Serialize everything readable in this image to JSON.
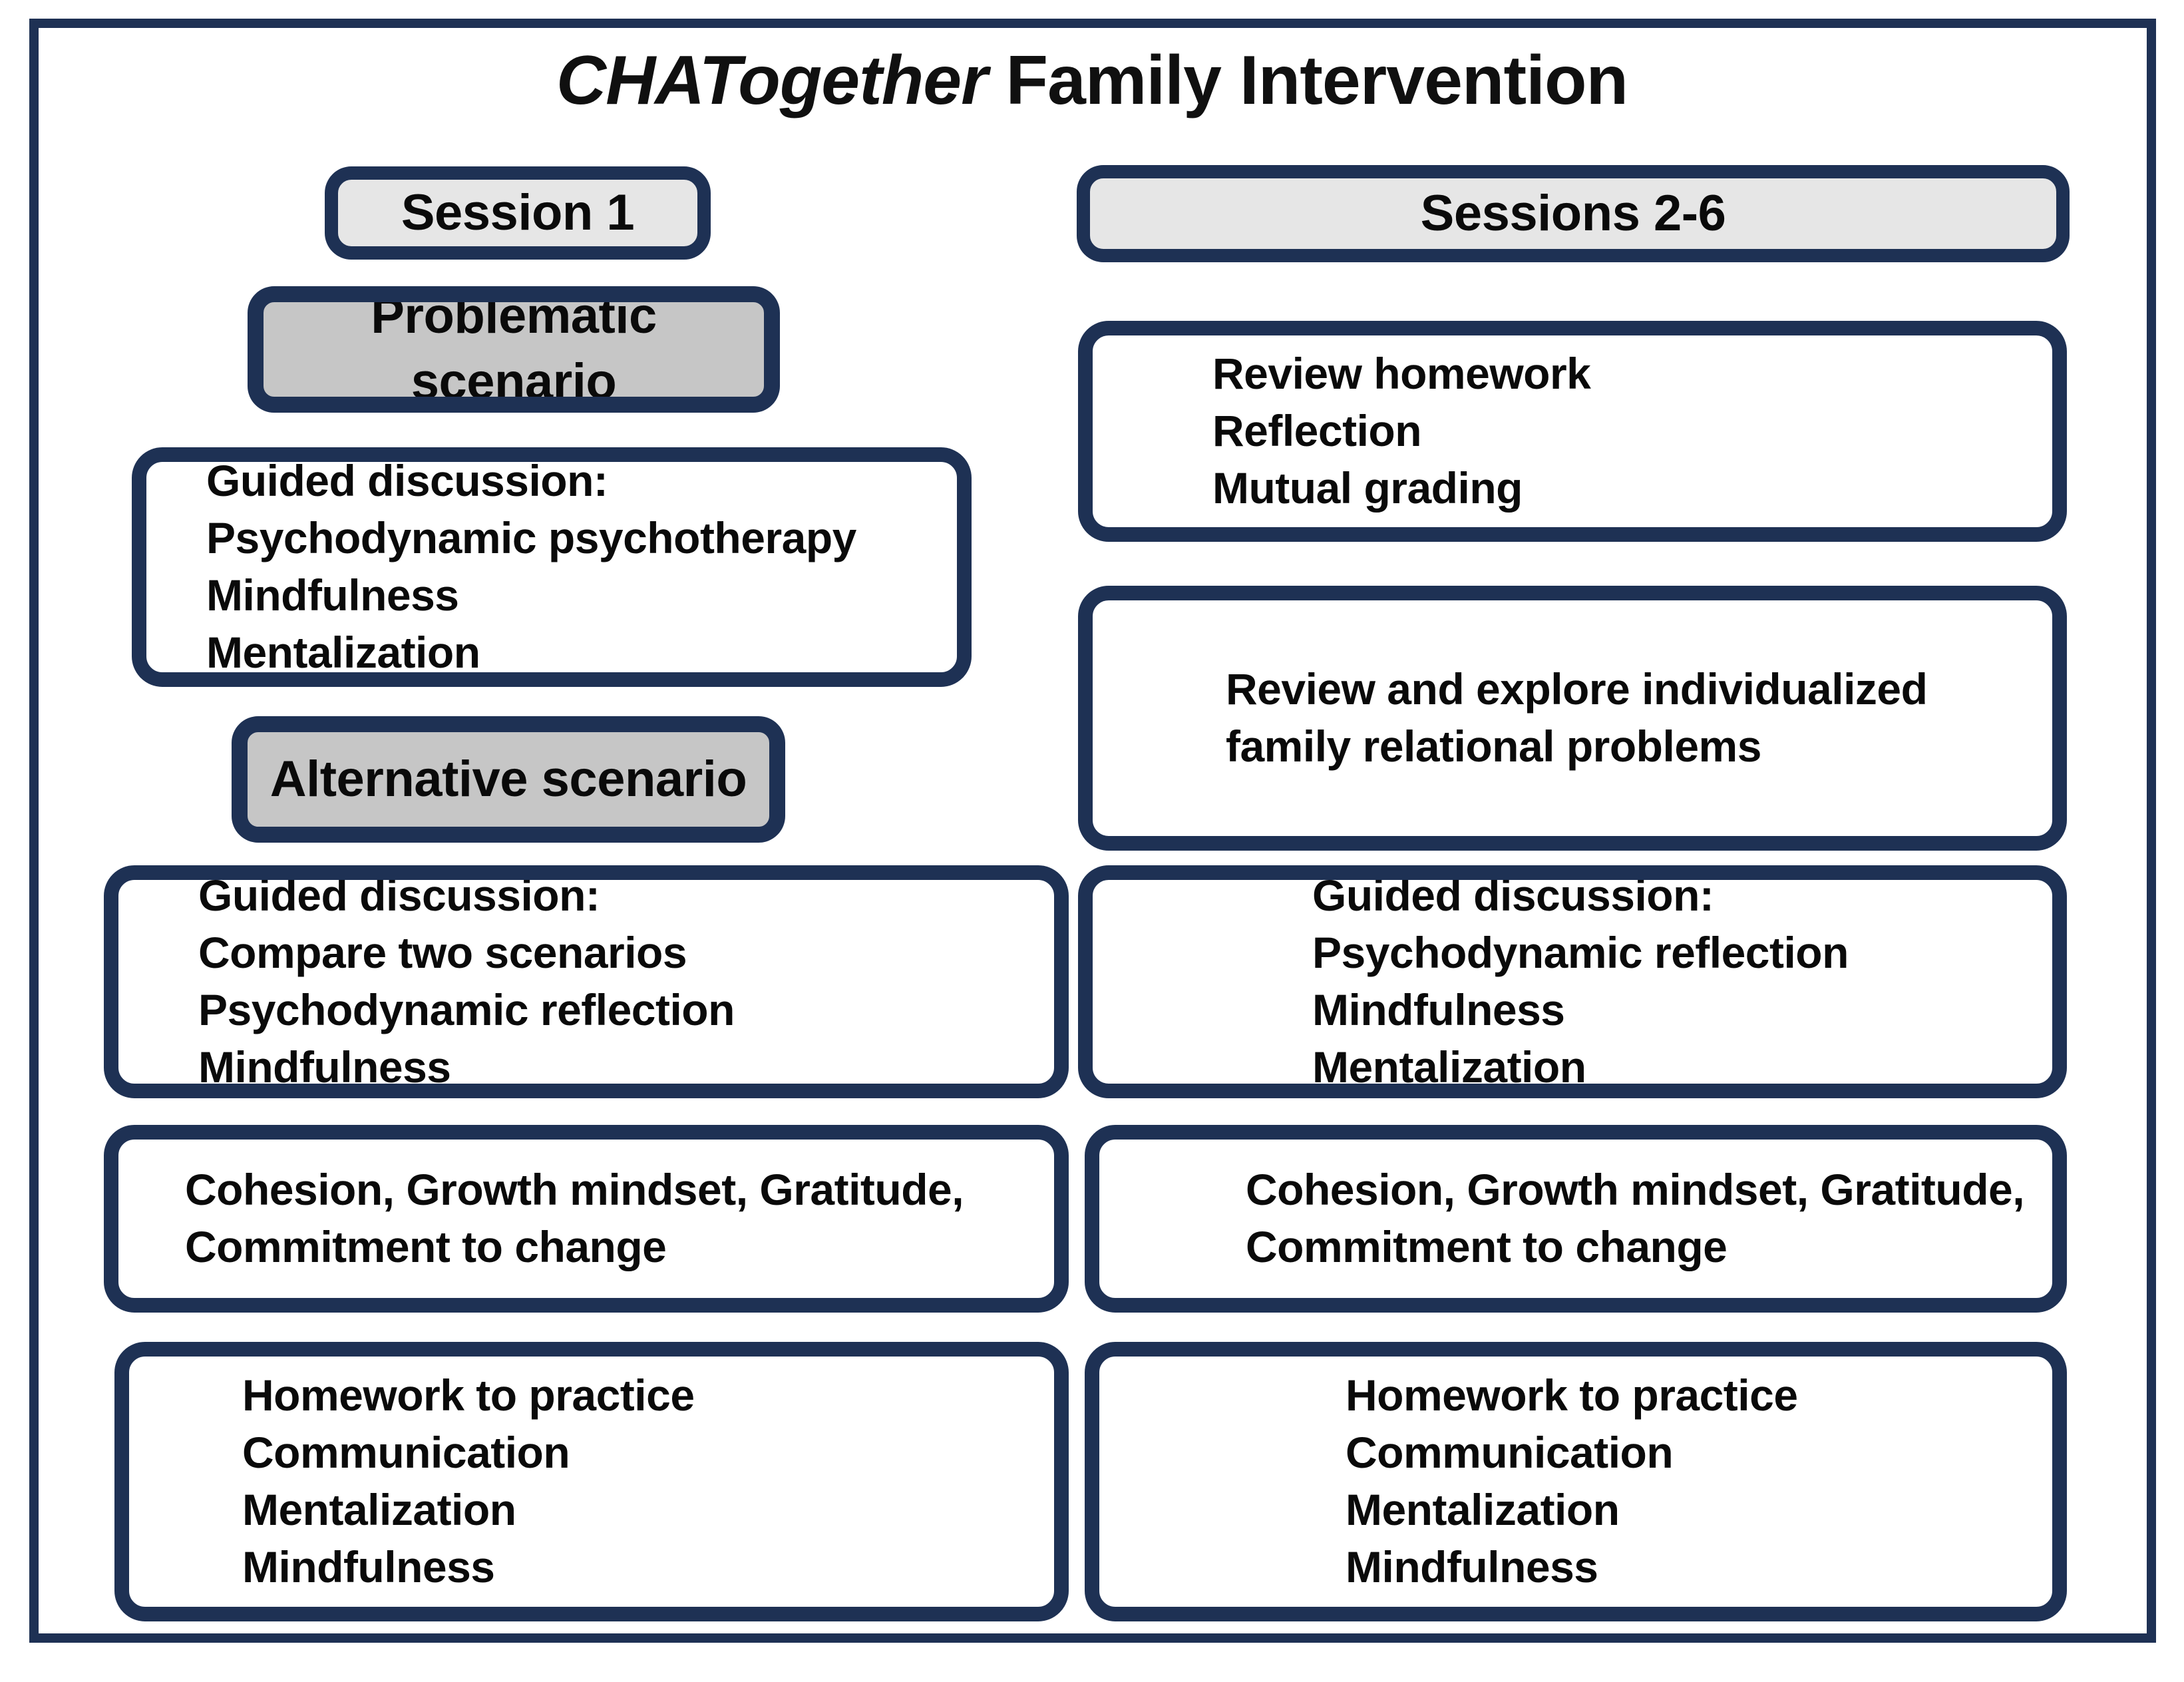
{
  "figure": {
    "title_brand": "CHATogether",
    "title_rest": " Family Intervention",
    "colors": {
      "navy": "#1e3154",
      "header_gray": "#e6e6e6",
      "scenario_gray": "#c6c6c6",
      "text": "#0a0a0a",
      "background": "#ffffff"
    }
  },
  "columns": [
    {
      "id": "session-1",
      "header": "Session 1",
      "boxes": [
        {
          "id": "problematic-scenario",
          "style": "scenario",
          "lines": [
            "Problematic scenario"
          ]
        },
        {
          "id": "left-guided-discussion",
          "style": "plain",
          "lines": [
            "Guided discussion:",
            "Psychodynamic psychotherapy",
            "Mindfulness",
            "Mentalization"
          ]
        },
        {
          "id": "alternative-scenario",
          "style": "scenario",
          "lines": [
            "Alternative scenario"
          ]
        },
        {
          "id": "left-guided-discussion-2",
          "style": "plain",
          "lines": [
            "Guided discussion:",
            "Compare two scenarios",
            "Psychodynamic reflection",
            "Mindfulness"
          ]
        },
        {
          "id": "left-values",
          "style": "plain",
          "lines": [
            "Cohesion, Growth mindset, Gratitude,",
            "Commitment to change"
          ]
        },
        {
          "id": "left-homework",
          "style": "plain",
          "lines": [
            "Homework to practice",
            "Communication",
            "Mentalization",
            "Mindfulness"
          ]
        }
      ]
    },
    {
      "id": "sessions-2-6",
      "header": "Sessions 2-6",
      "boxes": [
        {
          "id": "right-review",
          "style": "plain",
          "lines": [
            "Review homework",
            "Reflection",
            "Mutual grading"
          ]
        },
        {
          "id": "right-explore",
          "style": "plain",
          "lines": [
            "Review and explore individualized",
            "family relational problems"
          ]
        },
        {
          "id": "right-guided-discussion",
          "style": "plain",
          "lines": [
            "Guided discussion:",
            "Psychodynamic reflection",
            "Mindfulness",
            "Mentalization"
          ]
        },
        {
          "id": "right-values",
          "style": "plain",
          "lines": [
            "Cohesion, Growth mindset, Gratitude,",
            "Commitment to change"
          ]
        },
        {
          "id": "right-homework",
          "style": "plain",
          "lines": [
            "Homework to practice",
            "Communication",
            "Mentalization",
            "Mindfulness"
          ]
        }
      ]
    }
  ]
}
